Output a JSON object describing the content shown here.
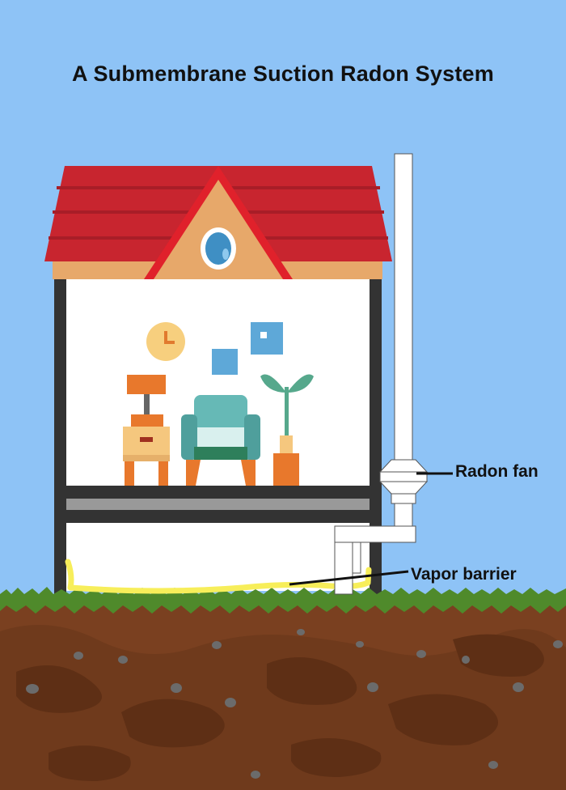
{
  "diagram": {
    "title": "A Submembrane Suction Radon System",
    "labels": {
      "radon_fan": "Radon fan",
      "vapor_barrier": "Vapor barrier"
    }
  },
  "colors": {
    "sky": "#8ec3f6",
    "roof": "#c8252f",
    "roof_stripe": "#a81d27",
    "gable": "#e7a86a",
    "wall_frame": "#333333",
    "interior": "#ffffff",
    "pipe": "#ffffff",
    "pipe_outline": "#555555",
    "vapor_barrier": "#f7ee5a",
    "grass": "#4f8a2b",
    "soil": "#7a4020",
    "soil_dark": "#5e2f15",
    "rock": "#6b6b6b"
  }
}
